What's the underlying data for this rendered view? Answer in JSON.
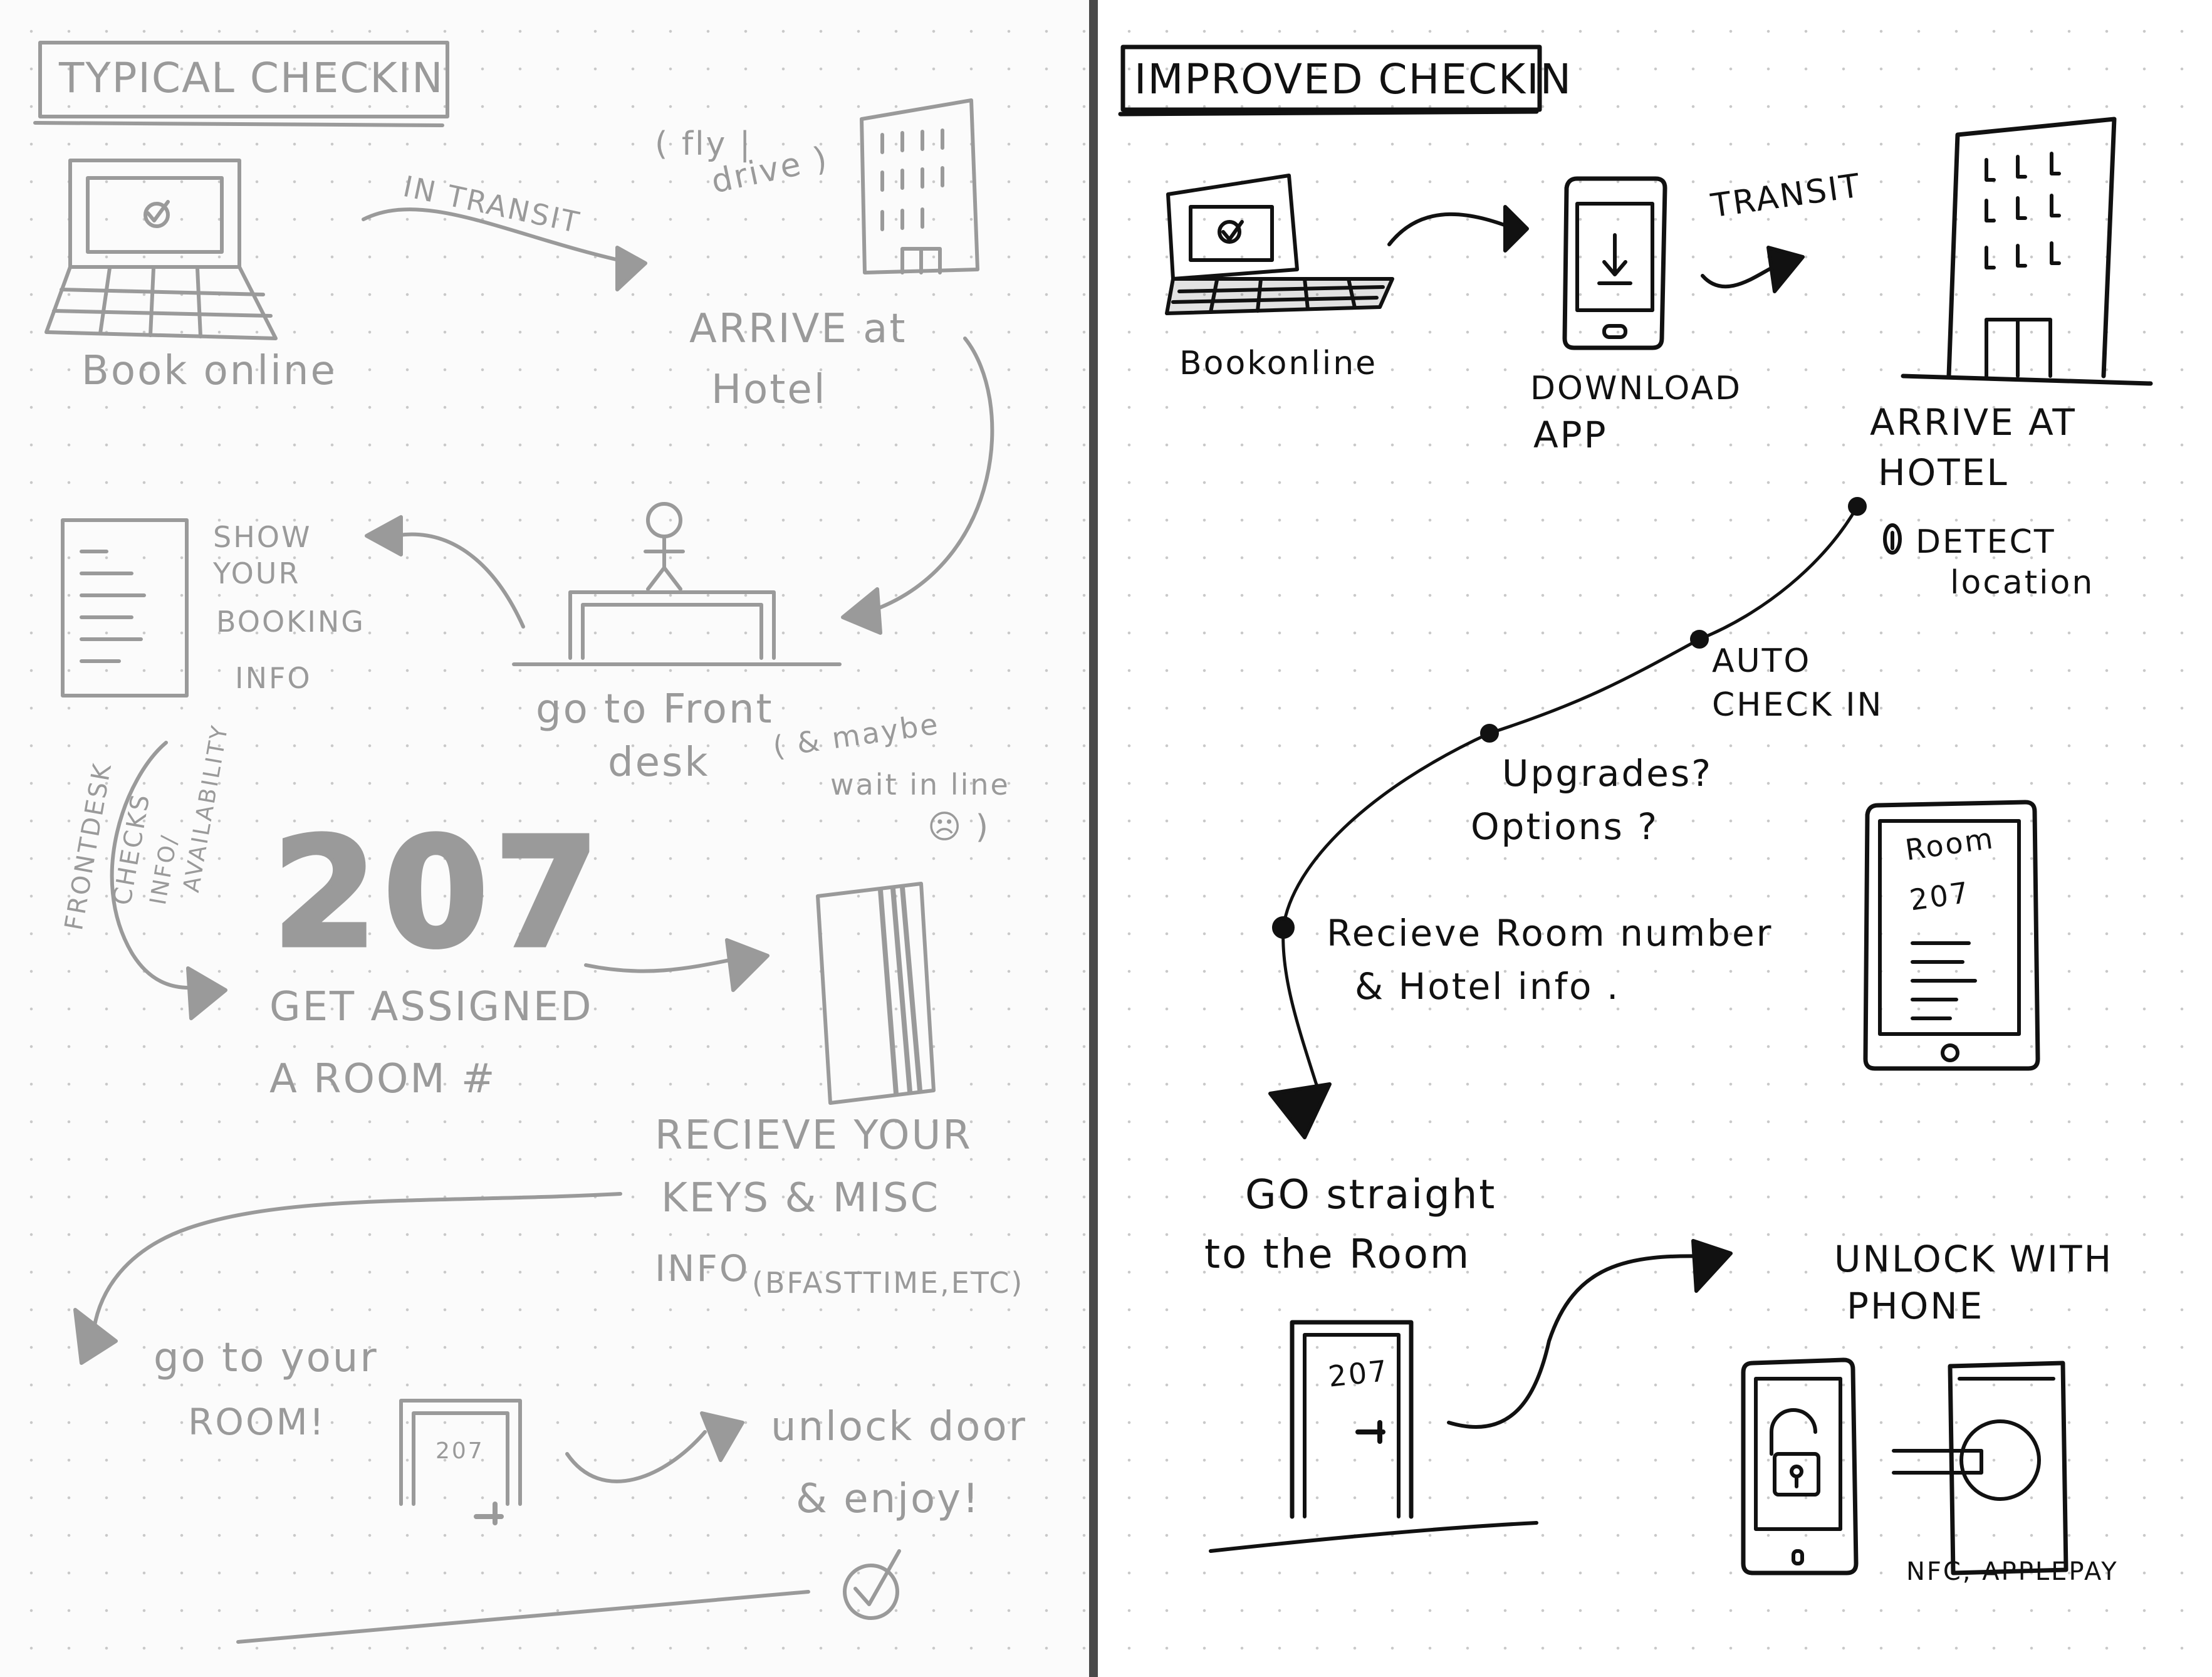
{
  "left": {
    "title": "TYPICAL CHECKIN",
    "book_online": "Book online",
    "in_transit": "IN TRANSIT",
    "fly_drive_line1": "( fly |",
    "fly_drive_line2": "drive )",
    "arrive_line1": "ARRIVE at",
    "arrive_line2": "Hotel",
    "show_booking": [
      "SHOW",
      "YOUR",
      "BOOKING",
      "INFO"
    ],
    "front_desk_line1": "go to Front",
    "front_desk_line2": "desk",
    "maybe_wait_line1": "( & maybe",
    "maybe_wait_line2": "wait in line",
    "maybe_wait_line3": "☹ )",
    "frontdesk_checks": [
      "FRONTDESK",
      "CHECKS",
      "INFO/",
      "AVAILABILITY"
    ],
    "room_number": "207",
    "assigned_line1": "GET ASSIGNED",
    "assigned_line2": "A ROOM #",
    "receive_line1": "RECIEVE YOUR",
    "receive_line2": "KEYS & MISC",
    "receive_line3": "INFO",
    "receive_note": "(BFASTTIME,ETC)",
    "go_room_line1": "go to your",
    "go_room_line2": "ROOM!",
    "door_number": "207",
    "unlock_line1": "unlock door",
    "unlock_line2": "& enjoy!"
  },
  "right": {
    "title": "IMPROVED CHECKIN",
    "book_online": "Bookonline",
    "download_line1": "DOWNLOAD",
    "download_line2": "APP",
    "transit": "TRANSIT",
    "arrive_line1": "ARRIVE AT",
    "arrive_line2": "HOTEL",
    "detect_line1": "DETECT",
    "detect_line2": "location",
    "auto_line1": "AUTO",
    "auto_line2": "CHECK IN",
    "upgrades_line1": "Upgrades?",
    "upgrades_line2": "Options ?",
    "receive_line1": "Recieve Room number",
    "receive_line2": "& Hotel info .",
    "phone_room_label": "Room",
    "phone_room_number": "207",
    "go_straight_line1": "GO straight",
    "go_straight_line2": "to the Room",
    "door_number": "207",
    "unlock_line1": "UNLOCK WITH",
    "unlock_line2": "PHONE",
    "nfc": "NFC, APPLEPAY"
  },
  "colors": {
    "pencil": "#9a9a9a",
    "ink": "#111111",
    "spine": "#4a4a4a"
  }
}
